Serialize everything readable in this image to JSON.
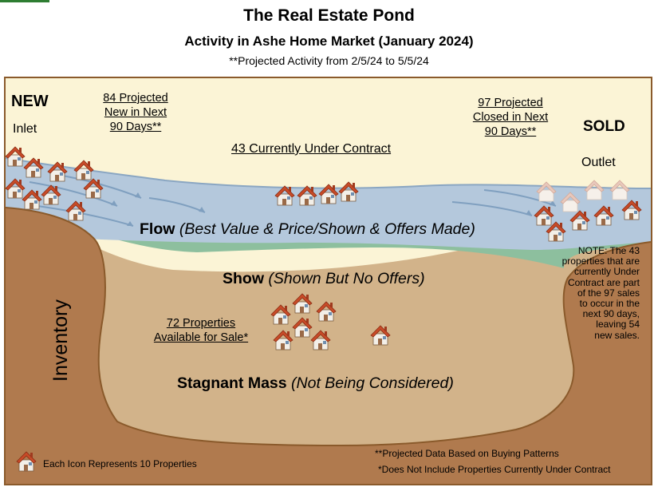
{
  "header": {
    "title": "The Real Estate Pond",
    "subtitle": "Activity in Ashe Home Market (January 2024)",
    "projection": "**Projected Activity from 2/5/24 to 5/5/24"
  },
  "inlet": {
    "heading": "NEW",
    "label": "Inlet",
    "projected_line1": "84 Projected",
    "projected_line2": "New in Next",
    "projected_line3": "90 Days**"
  },
  "outlet": {
    "heading": "SOLD",
    "label": "Outlet",
    "projected_line1": "97 Projected",
    "projected_line2": "Closed in Next",
    "projected_line3": "90 Days**"
  },
  "under_contract": "43 Currently Under Contract",
  "flow": {
    "name": "Flow",
    "desc": "(Best Value & Price/Shown & Offers Made)"
  },
  "show": {
    "name": "Show",
    "desc": "(Shown But No Offers)"
  },
  "stagnant": {
    "name": "Stagnant Mass",
    "desc": "(Not Being Considered)"
  },
  "available": {
    "line1": "72 Properties",
    "line2": "Available for Sale*"
  },
  "inventory_label": "Inventory",
  "note": {
    "line1": "NOTE: The 43",
    "line2": "properties that are",
    "line3": "currently Under",
    "line4": "Contract are part",
    "line5": "of the 97 sales",
    "line6": "to occur in the",
    "line7": "next 90 days,",
    "line8": "leaving 54",
    "line9": "new sales."
  },
  "legend": "Each Icon Represents 10 Properties",
  "footnotes": {
    "projected": "**Projected Data Based on Buying Patterns",
    "excludes": "*Does Not Include Properties Currently Under Contract"
  },
  "colors": {
    "sky": "#fbf4d6",
    "water": "#b4c8dc",
    "show_band": "#8dbf9e",
    "sand": "#d2b38a",
    "dirt": "#b07a4e",
    "house_roof": "#c84b28",
    "house_wall": "#f3efe8"
  }
}
